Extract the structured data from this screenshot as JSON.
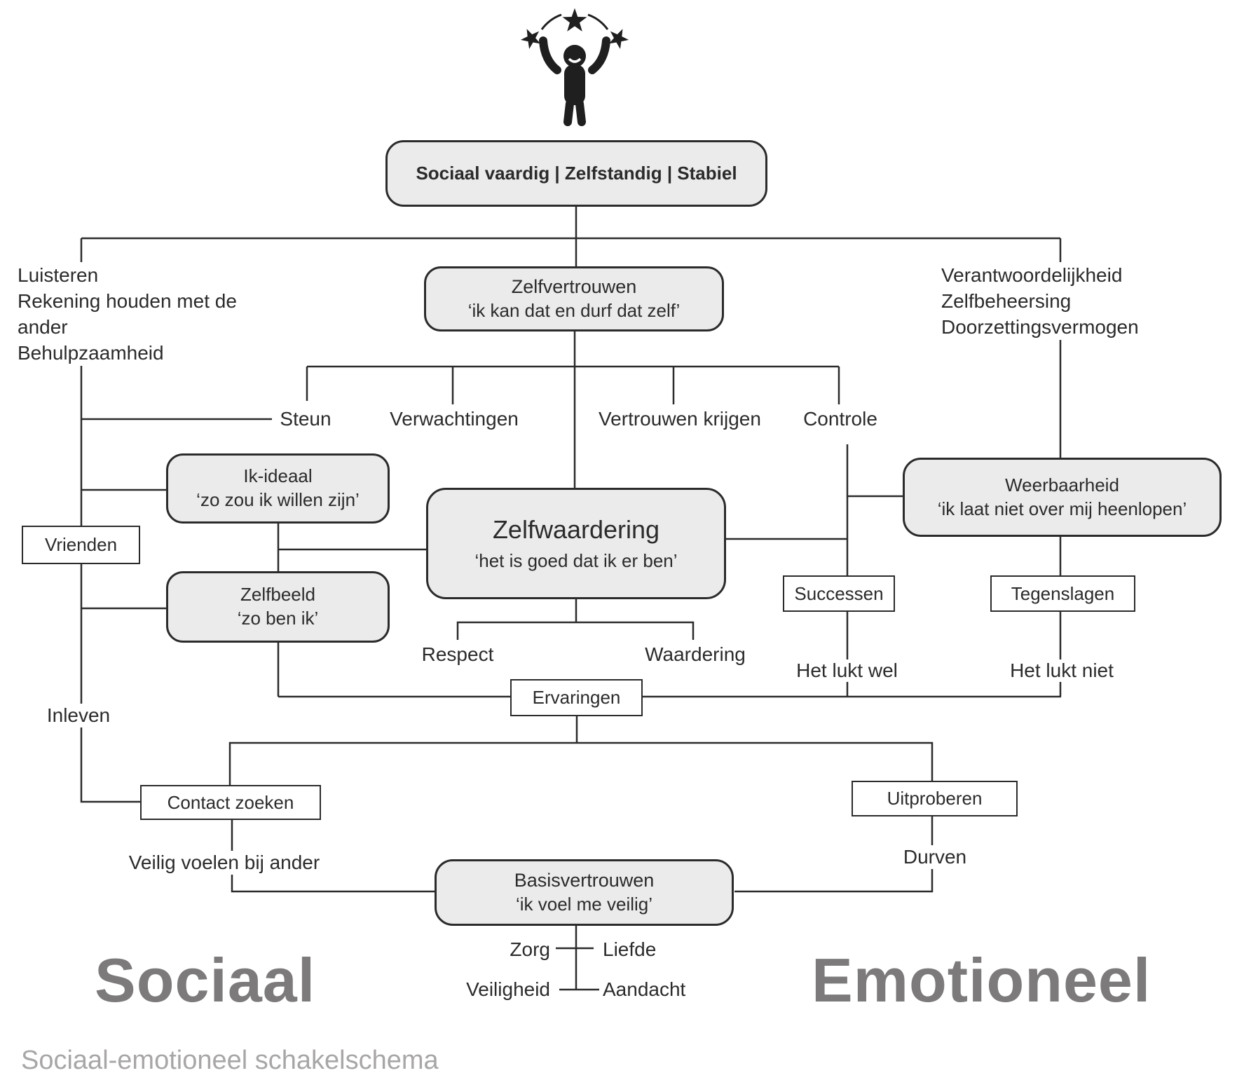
{
  "caption": "Sociaal-emotioneel schakelschema",
  "zones": {
    "left": "Sociaal",
    "right": "Emotioneel"
  },
  "icons": {
    "top": "person-with-stars-icon"
  },
  "colors": {
    "line": "#2b2b2b",
    "box_fill": "#ebebeb",
    "box_border": "#2b2b2b",
    "zone_label": "#7c7a7a",
    "caption": "#a8a6a6",
    "text": "#2b2b2b"
  },
  "nodes": {
    "top_banner": {
      "label": "Sociaal vaardig | Zelfstandig | Stabiel"
    },
    "zelfvertrouwen": {
      "title": "Zelfvertrouwen",
      "subtitle": "‘ik kan dat en durf dat zelf’"
    },
    "ik_ideaal": {
      "title": "Ik-ideaal",
      "subtitle": "‘zo zou ik willen zijn’"
    },
    "zelfbeeld": {
      "title": "Zelfbeeld",
      "subtitle": "‘zo ben ik’"
    },
    "zelfwaardering": {
      "title": "Zelfwaardering",
      "subtitle": "‘het is goed dat ik er ben’"
    },
    "weerbaarheid": {
      "title": "Weerbaarheid",
      "subtitle": "‘ik laat niet over mij heenlopen’"
    },
    "basisvertrouwen": {
      "title": "Basisvertrouwen",
      "subtitle": "‘ik voel me veilig’"
    },
    "vrienden": {
      "label": "Vrienden"
    },
    "successen": {
      "label": "Successen"
    },
    "tegenslagen": {
      "label": "Tegenslagen"
    },
    "ervaringen": {
      "label": "Ervaringen"
    },
    "contact_zoeken": {
      "label": "Contact zoeken"
    },
    "uitproberen": {
      "label": "Uitproberen"
    }
  },
  "labels": {
    "left_traits": {
      "lines": [
        "Luisteren",
        "Rekening houden met de ander",
        "Behulpzaamheid"
      ]
    },
    "right_traits": {
      "lines": [
        "Verantwoordelijkheid",
        "Zelfbeheersing",
        "Doorzettingsvermogen"
      ]
    },
    "steun": "Steun",
    "verwachtingen": "Verwachtingen",
    "vertrouwen_krijgen": "Vertrouwen krijgen",
    "controle": "Controle",
    "respect": "Respect",
    "waardering": "Waardering",
    "het_lukt_wel": "Het lukt wel",
    "het_lukt_niet": "Het lukt niet",
    "inleven": "Inleven",
    "veilig_voelen": "Veilig voelen bij ander",
    "durven": "Durven",
    "zorg": "Zorg",
    "liefde": "Liefde",
    "veiligheid": "Veiligheid",
    "aandacht": "Aandacht"
  }
}
